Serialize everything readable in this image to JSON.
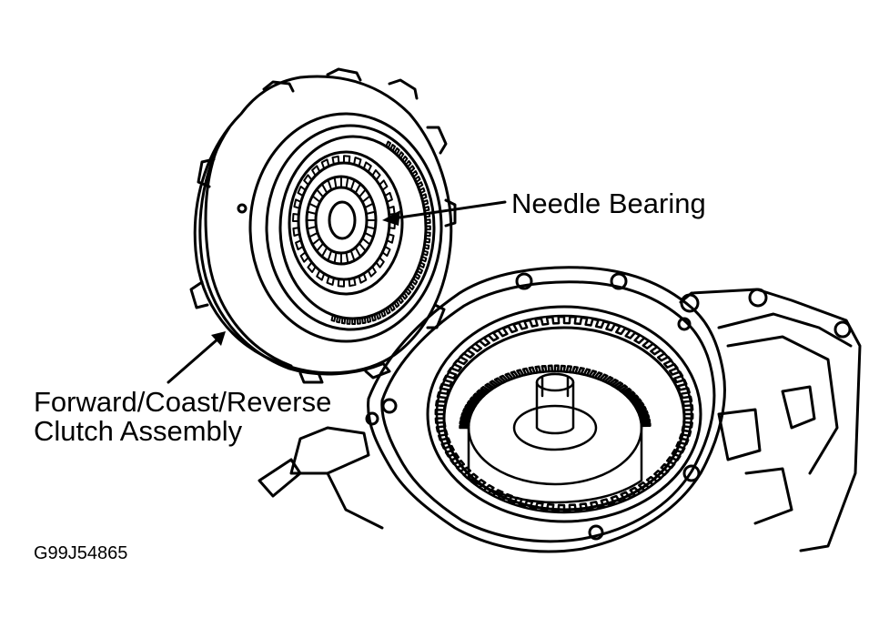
{
  "labels": {
    "needle_bearing": "Needle Bearing",
    "clutch_line1": "Forward/Coast/Reverse",
    "clutch_line2": "Clutch Assembly",
    "figure_code": "G99J54865"
  },
  "colors": {
    "ink": "#000000",
    "paper": "#ffffff"
  }
}
